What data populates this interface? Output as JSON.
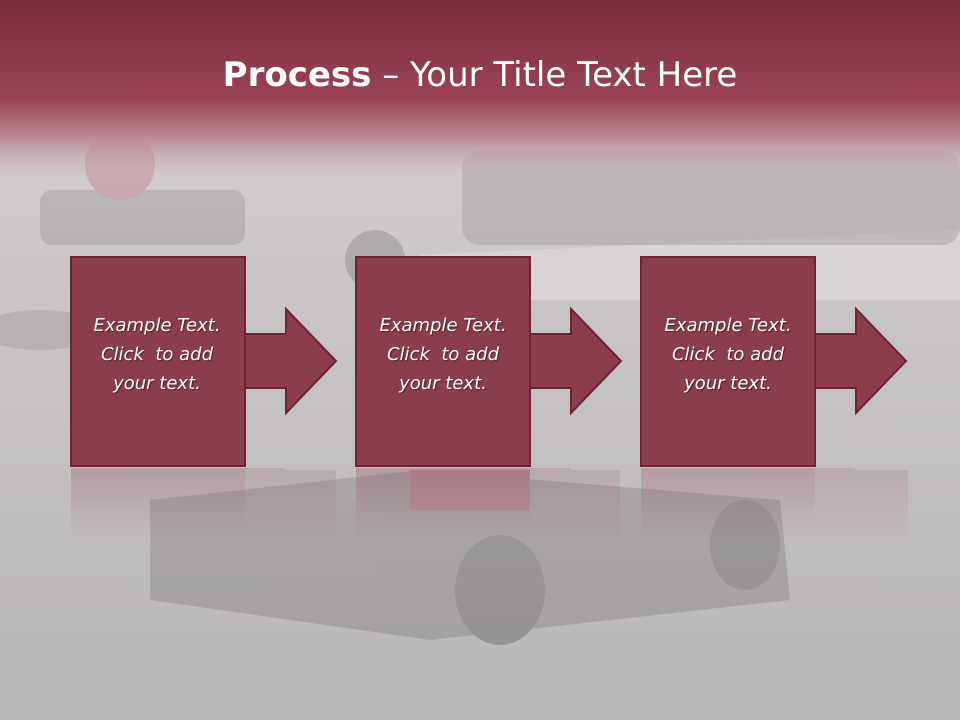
{
  "slide": {
    "title_bold": "Process",
    "title_separator": " – ",
    "title_rest": "Your Title Text Here"
  },
  "steps": [
    {
      "line1": "Example Text.",
      "line2": "Click  to add",
      "line3": "your text."
    },
    {
      "line1": "Example Text.",
      "line2": "Click  to add",
      "line3": "your text."
    },
    {
      "line1": "Example Text.",
      "line2": "Click  to add",
      "line3": "your text."
    }
  ],
  "colors": {
    "header": "#8a3344",
    "box": "#8c3d4c",
    "box_border": "#6e2232",
    "background": "#bdbbbd"
  }
}
